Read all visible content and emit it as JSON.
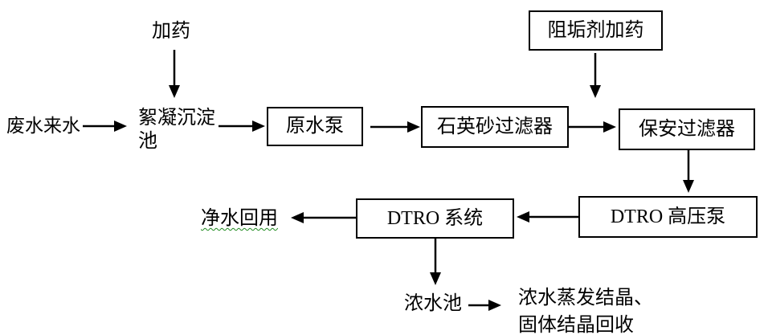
{
  "diagram": {
    "type": "flowchart",
    "colors": {
      "line": "#000000",
      "box_border": "#000000",
      "box_fill": "#ffffff",
      "background": "#ffffff",
      "spellcheck_underline": "#1f8a1f"
    },
    "nodes": {
      "dosing": "加药",
      "influent": "废水来水",
      "flocculation_tank": "絮凝沉淀池",
      "raw_water_pump": "原水泵",
      "quartz_sand_filter": "石英砂过滤器",
      "antiscalant_dosing": "阻垢剂加药",
      "security_filter": "保安过滤器",
      "dtro_hp_pump": "DTRO 高压泵",
      "dtro_system": "DTRO 系统",
      "clean_water_reuse": "净水回用",
      "concentrate_tank": "浓水池",
      "concentrate_treatment_line1": "浓水蒸发结晶、",
      "concentrate_treatment_line2": "固体结晶回收"
    },
    "edges": [
      {
        "from": "加药",
        "to": "絮凝沉淀池",
        "direction": "down"
      },
      {
        "from": "废水来水",
        "to": "絮凝沉淀池",
        "direction": "right"
      },
      {
        "from": "絮凝沉淀池",
        "to": "原水泵",
        "direction": "right"
      },
      {
        "from": "原水泵",
        "to": "石英砂过滤器",
        "direction": "right"
      },
      {
        "from": "石英砂过滤器",
        "to": "保安过滤器",
        "direction": "right"
      },
      {
        "from": "阻垢剂加药",
        "to": "保安过滤器",
        "direction": "down"
      },
      {
        "from": "保安过滤器",
        "to": "DTRO 高压泵",
        "direction": "down"
      },
      {
        "from": "DTRO 高压泵",
        "to": "DTRO 系统",
        "direction": "left"
      },
      {
        "from": "DTRO 系统",
        "to": "净水回用",
        "direction": "left"
      },
      {
        "from": "DTRO 系统",
        "to": "浓水池",
        "direction": "down"
      },
      {
        "from": "浓水池",
        "to": "浓水蒸发结晶、固体结晶回收",
        "direction": "right"
      }
    ]
  }
}
